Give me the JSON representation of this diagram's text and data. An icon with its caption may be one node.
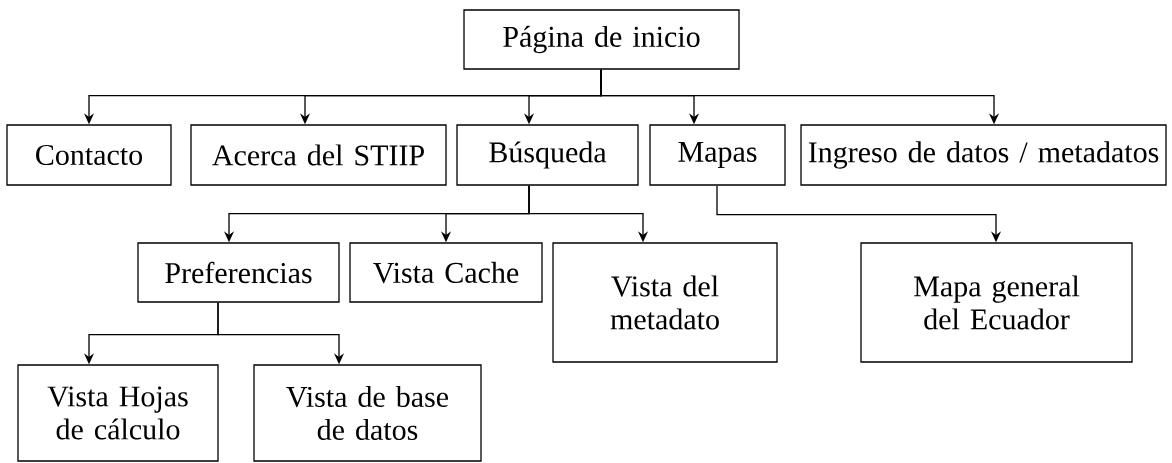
{
  "diagram": {
    "nodes": [
      {
        "text": [
          "Página de inicio"
        ]
      },
      {
        "text": [
          "Contacto"
        ]
      },
      {
        "text": [
          "Acerca del STIIP"
        ]
      },
      {
        "text": [
          "Búsqueda"
        ]
      },
      {
        "text": [
          "Mapas"
        ]
      },
      {
        "text": [
          "Ingreso de datos / metadatos"
        ]
      },
      {
        "text": [
          "Preferencias"
        ]
      },
      {
        "text": [
          "Vista Cache"
        ]
      },
      {
        "text": [
          "Vista del metadato"
        ]
      },
      {
        "text": [
          "Mapa general del Ecuador"
        ]
      },
      {
        "text": [
          "Vista Hojas de cálculo"
        ]
      },
      {
        "text": [
          "Vista de base de datos"
        ]
      }
    ],
    "edges": [
      {
        "from": 0,
        "to": 1,
        "arrow": "to"
      },
      {
        "from": 0,
        "to": 2,
        "arrow": "to"
      },
      {
        "from": 0,
        "to": 3,
        "arrow": "to"
      },
      {
        "from": 0,
        "to": 4,
        "arrow": "to"
      },
      {
        "from": 0,
        "to": 5,
        "arrow": "to"
      },
      {
        "from": 3,
        "to": 6,
        "arrow": "to"
      },
      {
        "from": 3,
        "to": 7,
        "arrow": "to"
      },
      {
        "from": 3,
        "to": 8,
        "arrow": "to"
      },
      {
        "from": 4,
        "to": 9,
        "arrow": "to"
      },
      {
        "from": 6,
        "to": 10,
        "arrow": "to"
      },
      {
        "from": 6,
        "to": 11,
        "arrow": "to"
      }
    ]
  }
}
